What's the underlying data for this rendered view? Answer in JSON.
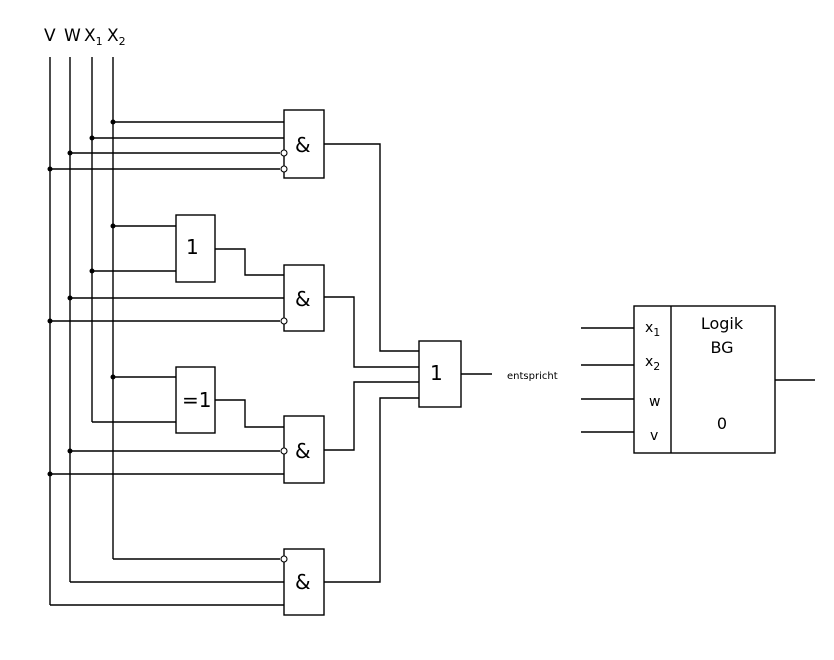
{
  "inputs": {
    "v": "V",
    "w": "W",
    "x": "X",
    "sub1": "1",
    "sub2": "2"
  },
  "gates": {
    "and1": "&",
    "and2": "&",
    "and3": "&",
    "and4": "&",
    "or_small": "1",
    "xor": "=1",
    "or_out": "1"
  },
  "output_label": "entspricht",
  "block": {
    "title_line1": "Logik",
    "title_line2": "BG",
    "value": "0",
    "pin_x": "x",
    "pin_sub1": "1",
    "pin_sub2": "2",
    "pin_w": "w",
    "pin_v": "v"
  }
}
